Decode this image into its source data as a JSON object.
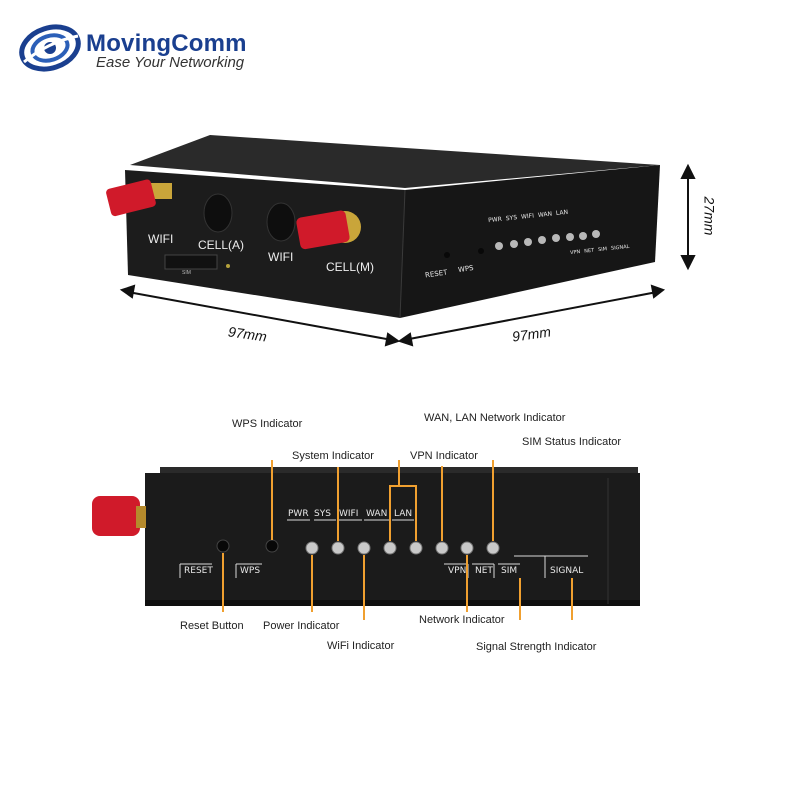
{
  "brand": {
    "name": "MovingComm",
    "tagline": "Ease Your Networking",
    "accent": "#1a3f8f"
  },
  "device_top": {
    "ports": {
      "wifi_a": "WIFI",
      "cell_a": "CELL(A)",
      "wifi_b": "WIFI",
      "cell_m": "CELL(M)",
      "sim": "SIM"
    },
    "buttons": {
      "reset": "RESET",
      "wps": "WPS"
    },
    "leds_top": [
      "PWR",
      "SYS",
      "WIFI",
      "WAN",
      "LAN"
    ],
    "leds_bottom": [
      "VPN",
      "NET",
      "SIM",
      "SIGNAL"
    ]
  },
  "dimensions": {
    "width": "97mm",
    "depth": "97mm",
    "height": "27mm"
  },
  "front_panel": {
    "leds_top": [
      "PWR",
      "SYS",
      "WIFI",
      "WAN",
      "LAN"
    ],
    "bottom_labels": {
      "reset": "RESET",
      "wps": "WPS",
      "vpn": "VPN",
      "net": "NET",
      "sim": "SIM",
      "signal": "SIGNAL"
    }
  },
  "annotations": {
    "wps": "WPS Indicator",
    "system": "System Indicator",
    "wan_lan": "WAN, LAN Network Indicator",
    "vpn": "VPN Indicator",
    "sim": "SIM Status Indicator",
    "reset": "Reset Button",
    "power": "Power Indicator",
    "wifi": "WiFi Indicator",
    "network": "Network Indicator",
    "signal": "Signal Strength Indicator"
  },
  "colors": {
    "callout_line": "#f0a030",
    "device_body": "#1b1b1b",
    "antenna": "#d01a2a",
    "led": "#c9c9c9"
  }
}
